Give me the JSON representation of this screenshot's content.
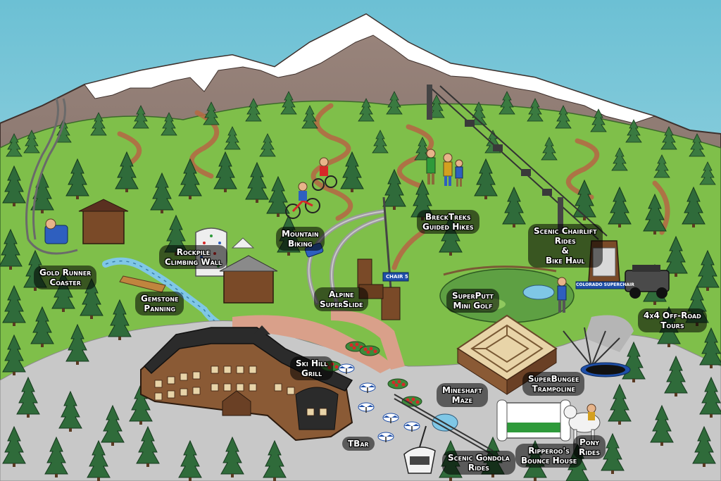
{
  "colors": {
    "sky": "#8fd0dc",
    "mountain": "#8a7770",
    "snow": "#ffffff",
    "grass": "#7fbf4a",
    "tree": "#2f6b3a",
    "trail": "#b36a45",
    "plaza": "#c8c8c8",
    "plaza_path": "#d9a08a",
    "water": "#7fc7e6",
    "lodge_roof": "#2b2b2b",
    "lodge_wall": "#8a5a35"
  },
  "attractions": [
    {
      "key": "gold-runner-coaster",
      "lines": [
        "Gold Runner",
        "Coaster"
      ]
    },
    {
      "key": "rockpile-climbing-wall",
      "lines": [
        "Rockpile",
        "Climbing Wall"
      ]
    },
    {
      "key": "gemstone-panning",
      "lines": [
        "Gemstone",
        "Panning"
      ]
    },
    {
      "key": "mountain-biking",
      "lines": [
        "Mountain",
        "Biking"
      ]
    },
    {
      "key": "alpine-superslide",
      "lines": [
        "Alpine",
        "SuperSlide"
      ]
    },
    {
      "key": "brecktreks-guided-hikes",
      "lines": [
        "BreckTreks",
        "Guided Hikes"
      ]
    },
    {
      "key": "scenic-chairlift-rides",
      "lines": [
        "Scenic Chairlift",
        "Rides",
        "&",
        "Bike Haul"
      ]
    },
    {
      "key": "superputt-mini-golf",
      "lines": [
        "SuperPutt",
        "Mini Golf"
      ]
    },
    {
      "key": "off-road-tours",
      "lines": [
        "4x4 Off-Road",
        "Tours"
      ]
    },
    {
      "key": "ski-hill-grill",
      "lines": [
        "Ski Hill",
        "Grill"
      ]
    },
    {
      "key": "mineshaft-maze",
      "lines": [
        "Mineshaft",
        "Maze"
      ]
    },
    {
      "key": "superbungee-trampoline",
      "lines": [
        "SuperBungee",
        "Trampoline"
      ]
    },
    {
      "key": "tbar",
      "lines": [
        "TBar"
      ]
    },
    {
      "key": "scenic-gondola-rides",
      "lines": [
        "Scenic Gondola",
        "Rides"
      ]
    },
    {
      "key": "ripperoos-bounce-house",
      "lines": [
        "Ripperoo's",
        "Bounce House"
      ]
    },
    {
      "key": "pony-rides",
      "lines": [
        "Pony",
        "Rides"
      ]
    }
  ],
  "signs": {
    "chair": "CHAIR 5",
    "chairlift_station": "COLORADO SUPERCHAIR"
  }
}
